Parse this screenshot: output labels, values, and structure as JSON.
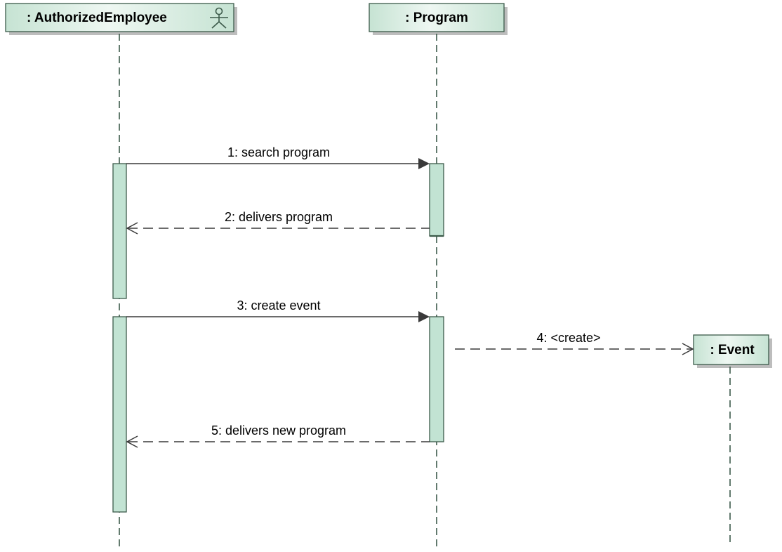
{
  "diagram": {
    "type": "uml-sequence",
    "lifelines": [
      {
        "id": "employee",
        "label": ": AuthorizedEmployee",
        "icon": "actor-icon"
      },
      {
        "id": "program",
        "label": ": Program"
      },
      {
        "id": "event",
        "label": ": Event"
      }
    ],
    "messages": [
      {
        "number": 1,
        "label": "1: search program",
        "from": "employee",
        "to": "program",
        "kind": "synchronous-call"
      },
      {
        "number": 2,
        "label": "2: delivers program",
        "from": "program",
        "to": "employee",
        "kind": "reply"
      },
      {
        "number": 3,
        "label": "3: create event",
        "from": "employee",
        "to": "program",
        "kind": "synchronous-call"
      },
      {
        "number": 4,
        "label": "4: <create>",
        "from": "program",
        "to": "event",
        "kind": "create"
      },
      {
        "number": 5,
        "label": "5: delivers new program",
        "from": "program",
        "to": "employee",
        "kind": "reply"
      }
    ],
    "colors": {
      "header_fill_light": "#e9f5ef",
      "header_fill_dark": "#c6e3d3",
      "activation_fill": "#c2e3d3",
      "border": "#3c5a4a",
      "line": "#3a3a3a",
      "shadow": "#bdbdbd"
    }
  }
}
